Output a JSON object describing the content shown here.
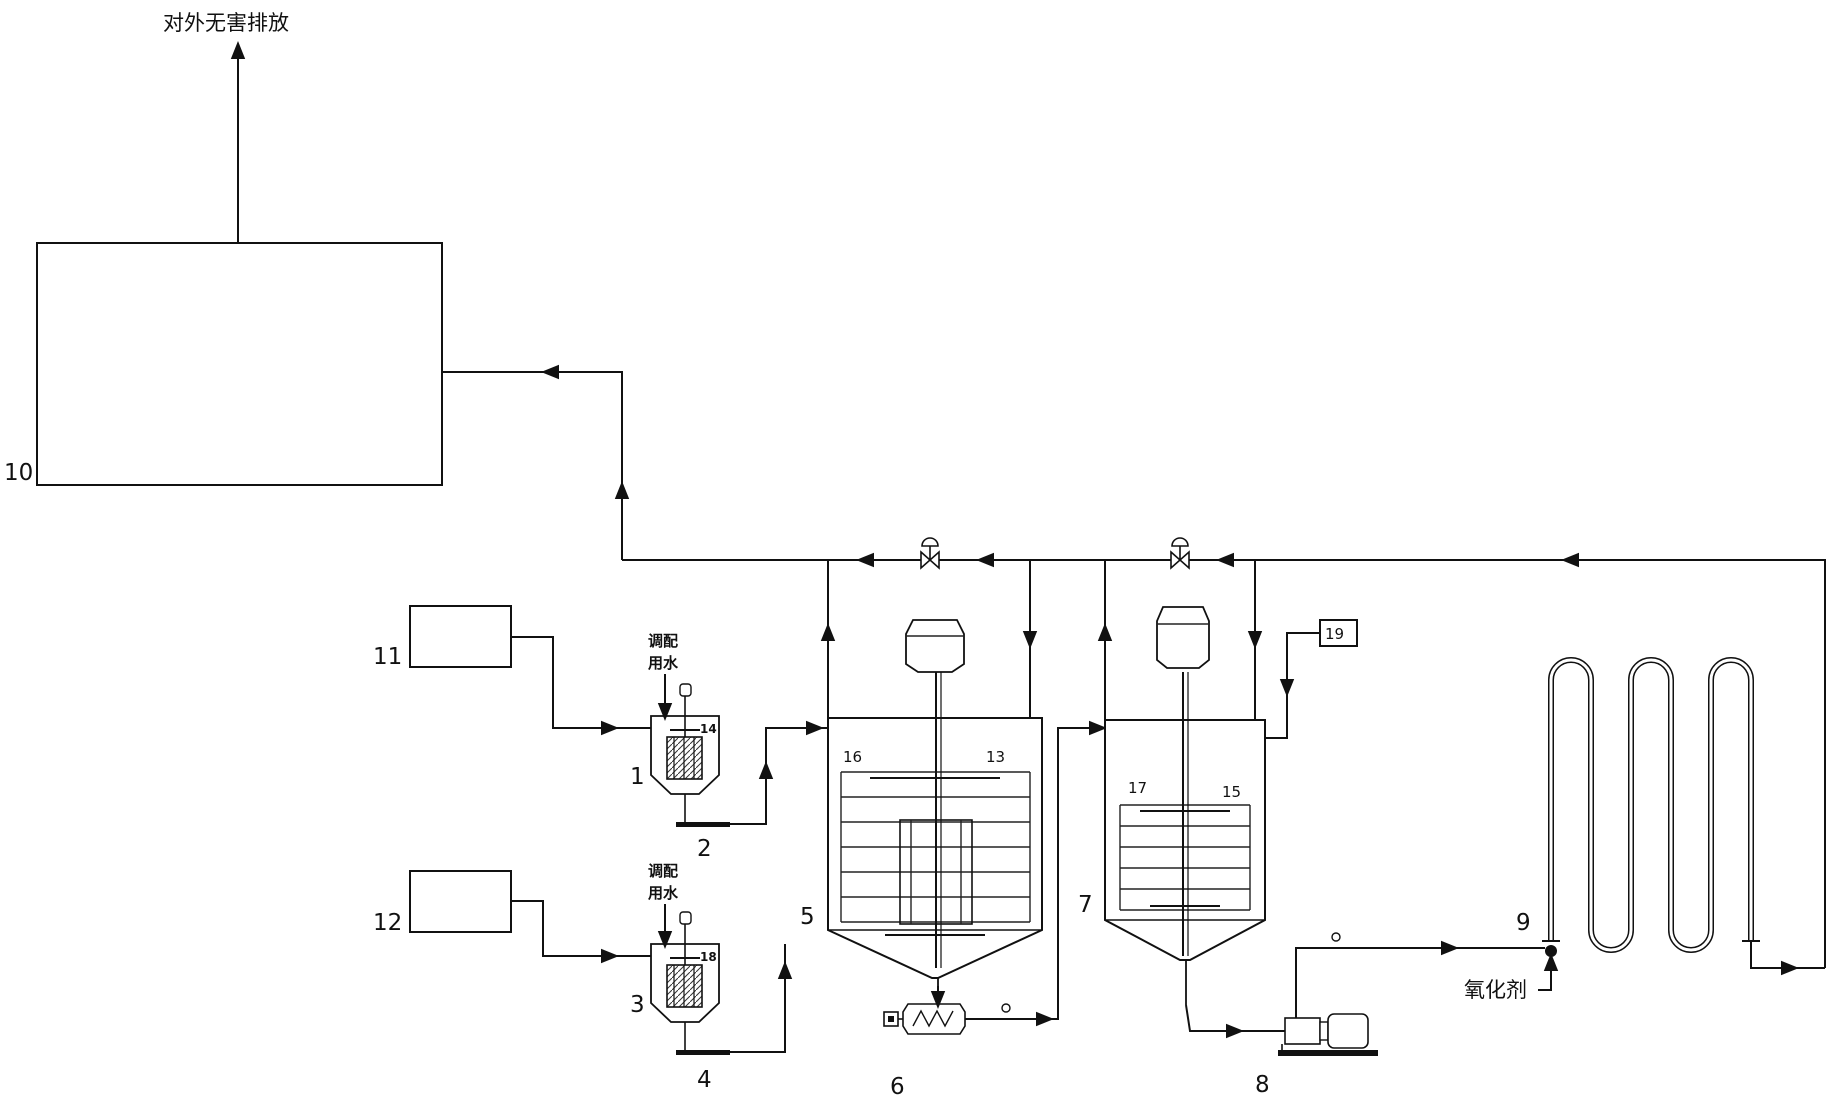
{
  "labels": {
    "top_outlet": "对外无害排放",
    "mix_water_a": [
      "调配",
      "用水"
    ],
    "mix_water_b": [
      "调配",
      "用水"
    ],
    "oxidant": "氧化剂",
    "n1": "1",
    "n2": "2",
    "n3": "3",
    "n4": "4",
    "n5": "5",
    "n6": "6",
    "n7": "7",
    "n8": "8",
    "n9": "9",
    "n10": "10",
    "n11": "11",
    "n12": "12",
    "n13": "13",
    "n14": "14",
    "n15": "15",
    "n16": "16",
    "n17": "17",
    "n18": "18",
    "n19": "19"
  }
}
